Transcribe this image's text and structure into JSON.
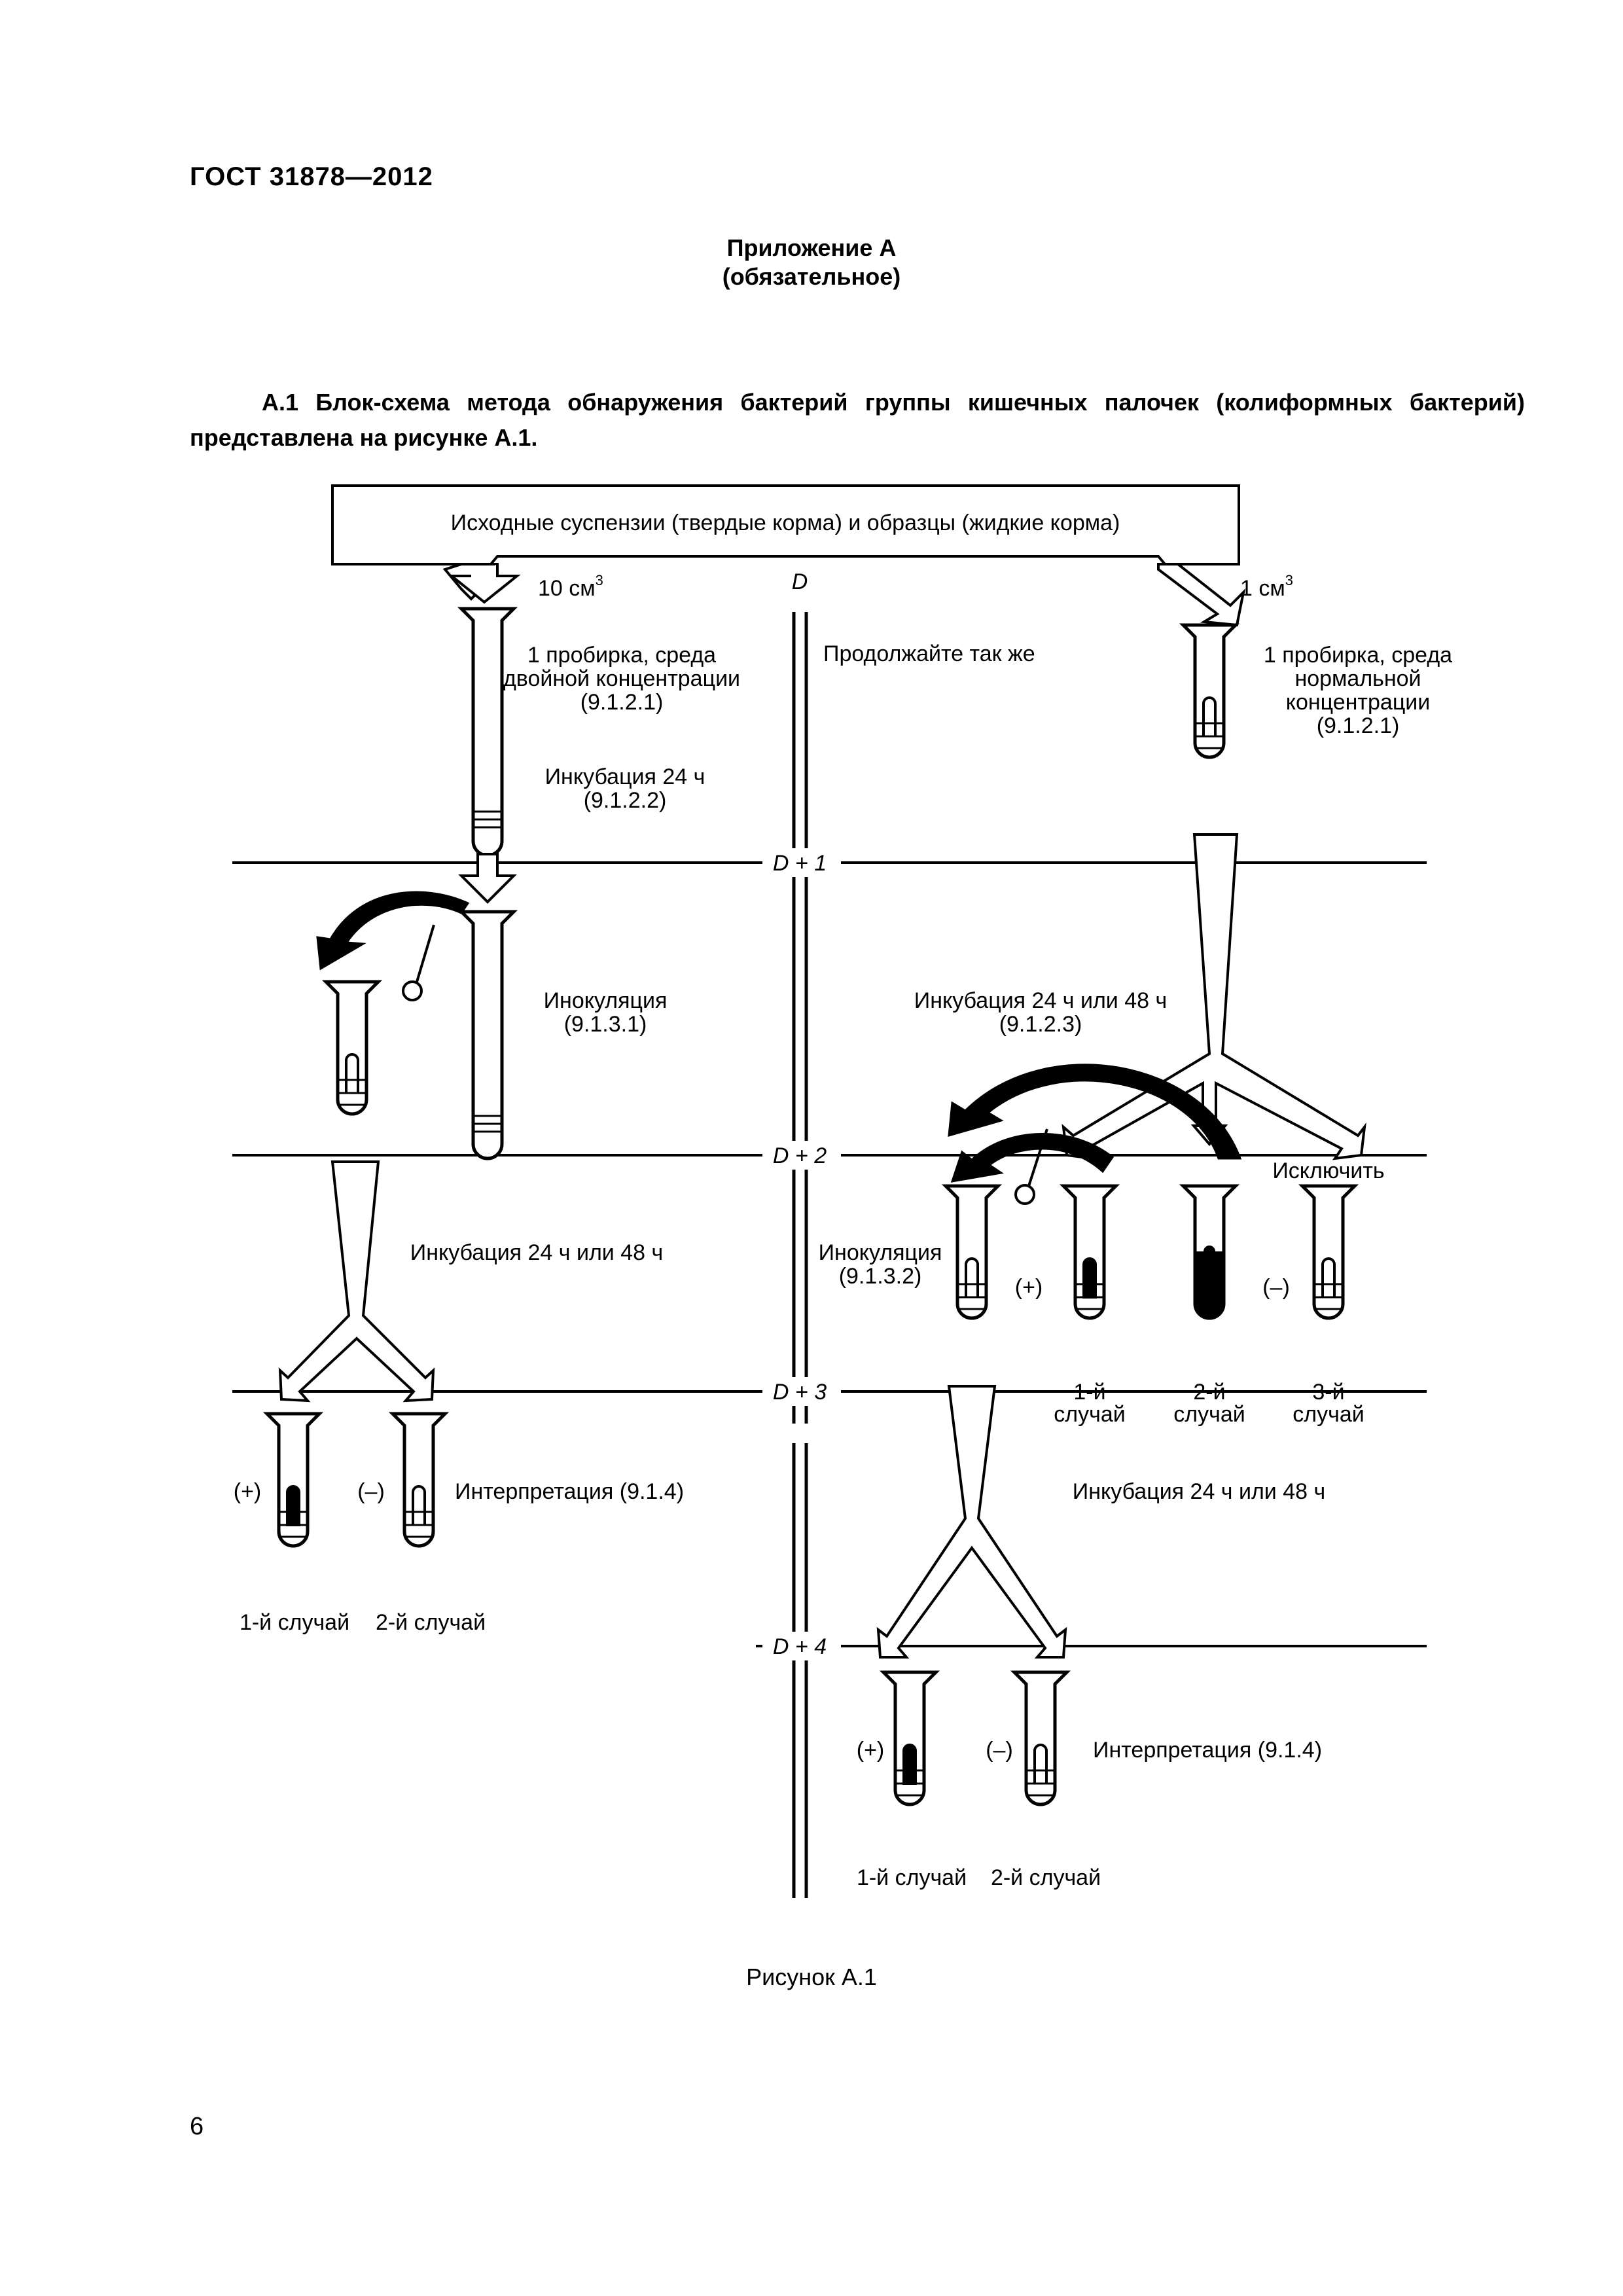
{
  "header": {
    "standard": "ГОСТ  31878—2012"
  },
  "annex": {
    "title": "Приложение А",
    "status": "(обязательное)"
  },
  "intro": {
    "text": "А.1  Блок-схема метода обнаружения бактерий группы кишечных палочек (колиформных бактерий) представлена на рисунке А.1."
  },
  "diagram": {
    "top_box": "Исходные суспензии (твердые корма) и образцы (жидкие корма)",
    "left_volume": "10 см",
    "right_volume": "1 см",
    "superscript": "3",
    "day_d": "D",
    "day_lines": [
      "D + 1",
      "D + 2",
      "D + 3",
      "D + 4"
    ],
    "continue_text": "Продолжайте так же",
    "left_tube": [
      "1 пробирка, среда",
      "двойной концентрации",
      "(9.1.2.1)"
    ],
    "left_incubation": [
      "Инкубация 24 ч",
      "(9.1.2.2)"
    ],
    "right_tube": [
      "1 пробирка, среда",
      "нормальной",
      "концентрации",
      "(9.1.2.1)"
    ],
    "inoculation_left": [
      "Инокуляция",
      "(9.1.3.1)"
    ],
    "incubation_right": [
      "Инкубация 24 ч или 48 ч",
      "(9.1.2.3)"
    ],
    "incubation_left_d2": "Инкубация 24 ч или 48 ч",
    "inoculation_right": [
      "Инокуляция",
      "(9.1.3.2)"
    ],
    "exclude": "Исключить",
    "plus": "(+)",
    "minus": "(–)",
    "case_first_line": "1-й",
    "case_second_line": "2-й",
    "case_third_line": "3-й",
    "case_word": "случай",
    "interpretation_left": "Интерпретация (9.1.4)",
    "incubation_right_d3": "Инкубация 24 ч или 48 ч",
    "interpretation_right": "Интерпретация (9.1.4)",
    "case_1": "1-й случай",
    "case_2": "2-й случай"
  },
  "figure": {
    "caption": "Рисунок А.1"
  },
  "page": {
    "number": "6"
  }
}
